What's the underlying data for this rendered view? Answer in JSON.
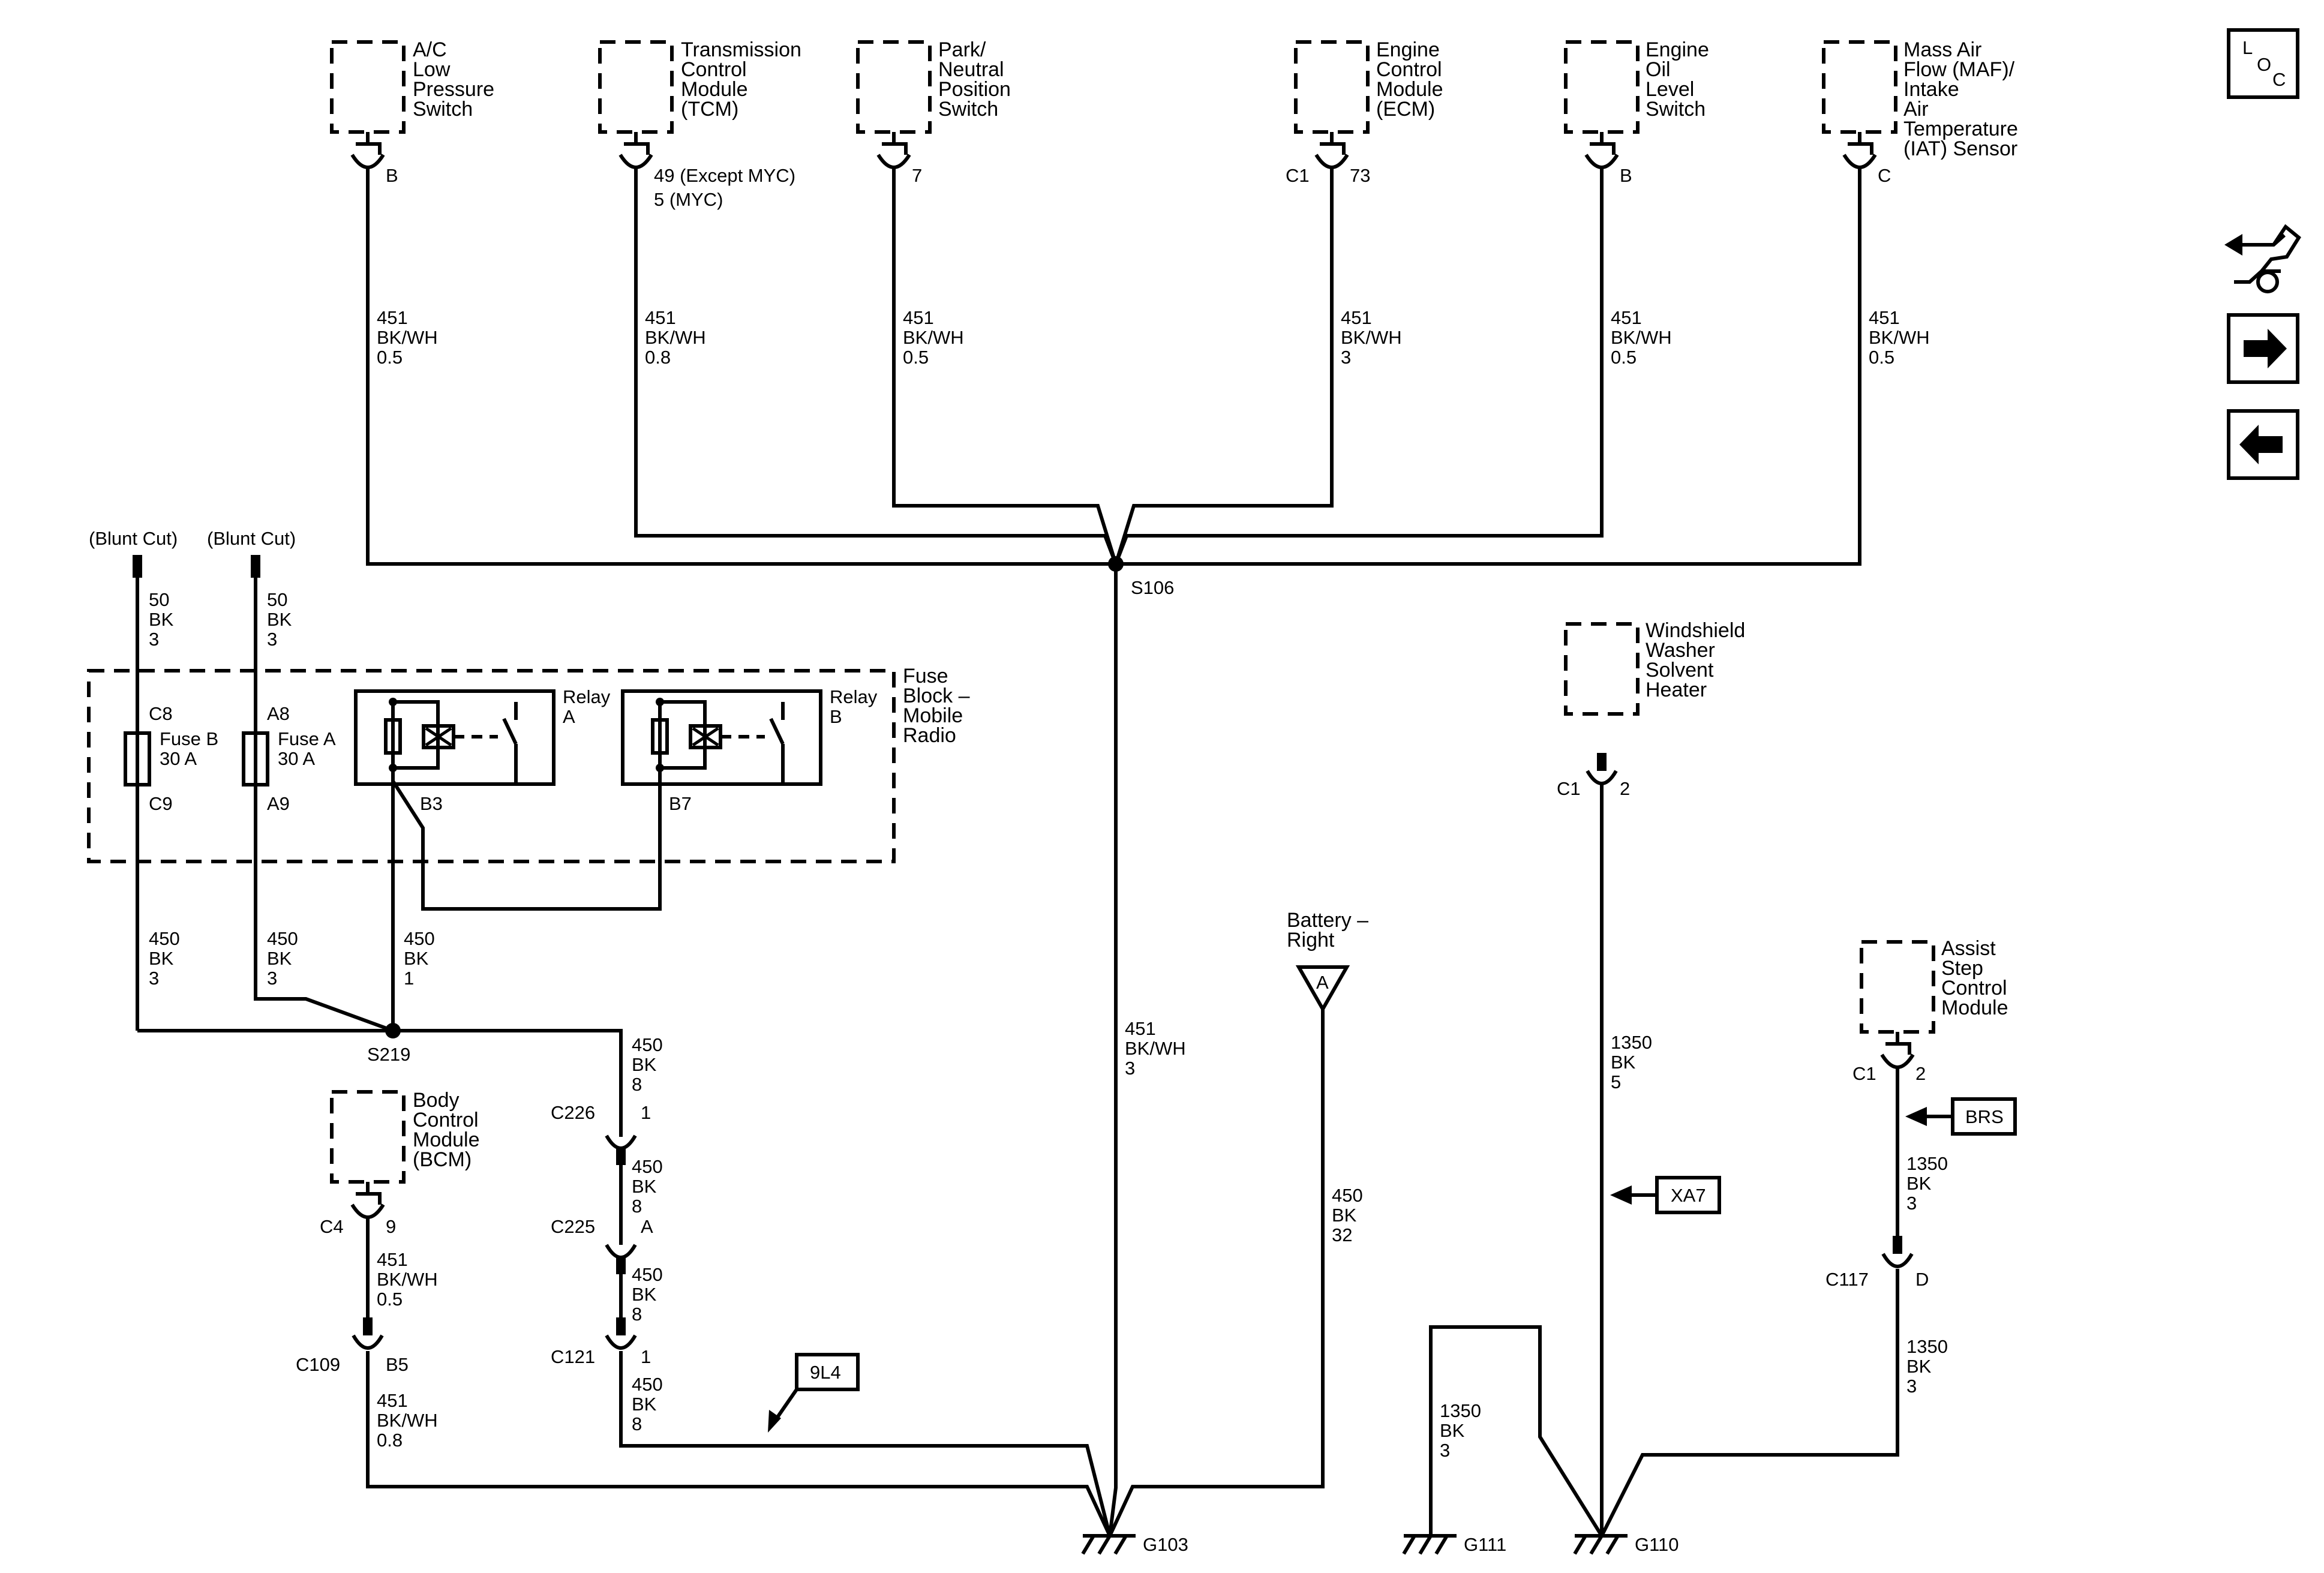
{
  "components": {
    "ac_low_pressure_switch": [
      "A/C",
      "Low",
      "Pressure",
      "Switch"
    ],
    "tcm": [
      "Transmission",
      "Control",
      "Module",
      "(TCM)"
    ],
    "park_neutral_switch": [
      "Park/",
      "Neutral",
      "Position",
      "Switch"
    ],
    "ecm": [
      "Engine",
      "Control",
      "Module",
      "(ECM)"
    ],
    "engine_oil_level_switch": [
      "Engine",
      "Oil",
      "Level",
      "Switch"
    ],
    "maf_iat_sensor": [
      "Mass Air",
      "Flow (MAF)/",
      "Intake",
      "Air",
      "Temperature",
      "(IAT) Sensor"
    ],
    "fuse_block": [
      "Fuse",
      "Block –",
      "Mobile",
      "Radio"
    ],
    "relay_a": [
      "Relay",
      "A"
    ],
    "relay_b": [
      "Relay",
      "B"
    ],
    "fuse_b": [
      "Fuse B",
      "30 A"
    ],
    "fuse_a": [
      "Fuse A",
      "30 A"
    ],
    "bcm": [
      "Body",
      "Control",
      "Module",
      "(BCM)"
    ],
    "washer_heater": [
      "Windshield",
      "Washer",
      "Solvent",
      "Heater"
    ],
    "battery_right": [
      "Battery –",
      "Right"
    ],
    "assist_step_module": [
      "Assist",
      "Step",
      "Control",
      "Module"
    ]
  },
  "pins": {
    "ac_pin": "B",
    "tcm_pin": [
      "49 (Except MYC)",
      "5 (MYC)"
    ],
    "park_pin": "7",
    "ecm_connector": "C1",
    "ecm_pin": "73",
    "oil_pin": "B",
    "maf_pin": "C",
    "fuse_b_top": "C8",
    "fuse_b_bottom": "C9",
    "fuse_a_top": "A8",
    "fuse_a_bottom": "A9",
    "relay_a_pin": "B3",
    "relay_b_pin": "B7",
    "bcm_connector": "C4",
    "bcm_pin": "9",
    "c109": "C109",
    "c109_pin": "B5",
    "c226": "C226",
    "c226_pin": "1",
    "c225": "C225",
    "c225_pin": "A",
    "c121": "C121",
    "c121_pin": "1",
    "washer_connector": "C1",
    "washer_pin": "2",
    "assist_connector": "C1",
    "assist_pin": "2",
    "c117": "C117",
    "c117_pin": "D",
    "battery_terminal": "A"
  },
  "wires": {
    "ac": [
      "451",
      "BK/WH",
      "0.5"
    ],
    "tcm": [
      "451",
      "BK/WH",
      "0.8"
    ],
    "park": [
      "451",
      "BK/WH",
      "0.5"
    ],
    "ecm": [
      "451",
      "BK/WH",
      "3"
    ],
    "oil": [
      "451",
      "BK/WH",
      "0.5"
    ],
    "maf": [
      "451",
      "BK/WH",
      "0.5"
    ],
    "s106_g103": [
      "451",
      "BK/WH",
      "3"
    ],
    "blunt_left": [
      "50",
      "BK",
      "3"
    ],
    "blunt_right": [
      "50",
      "BK",
      "3"
    ],
    "fuse_b_out": [
      "450",
      "BK",
      "3"
    ],
    "fuse_a_out": [
      "450",
      "BK",
      "3"
    ],
    "relay_out": [
      "450",
      "BK",
      "1"
    ],
    "s219_c226": [
      "450",
      "BK",
      "8"
    ],
    "c226_c225": [
      "450",
      "BK",
      "8"
    ],
    "c225_c121": [
      "450",
      "BK",
      "8"
    ],
    "c121_g103": [
      "450",
      "BK",
      "8"
    ],
    "bcm_c109": [
      "451",
      "BK/WH",
      "0.5"
    ],
    "c109_g103": [
      "451",
      "BK/WH",
      "0.8"
    ],
    "battery": [
      "450",
      "BK",
      "32"
    ],
    "g111": [
      "1350",
      "BK",
      "3"
    ],
    "washer": [
      "1350",
      "BK",
      "5"
    ],
    "assist_c117": [
      "1350",
      "BK",
      "3"
    ],
    "c117_g110": [
      "1350",
      "BK",
      "3"
    ]
  },
  "labels": {
    "blunt_cut_left": "(Blunt Cut)",
    "blunt_cut_right": "(Blunt Cut)",
    "s106": "S106",
    "s219": "S219",
    "g103": "G103",
    "g111": "G111",
    "g110": "G110",
    "ref_9l4": "9L4",
    "ref_xa7": "XA7",
    "ref_brs": "BRS"
  },
  "nav": {
    "loc_l": "L",
    "loc_o": "O",
    "loc_c": "C"
  },
  "icons": {
    "loc": "loc-icon",
    "troubleshoot": "connector-wrench-icon",
    "next": "arrow-right-icon",
    "prev": "arrow-left-icon"
  }
}
